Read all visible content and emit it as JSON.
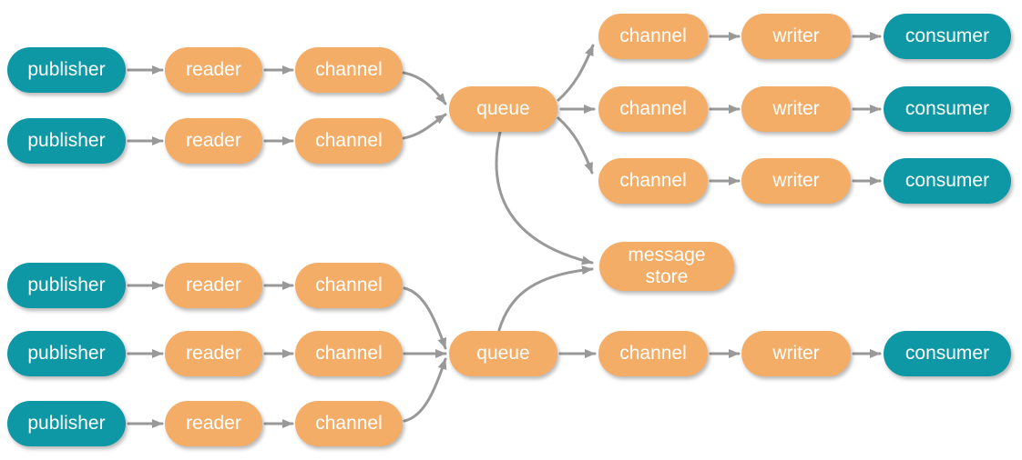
{
  "colors": {
    "endpoint": "#0e98a5",
    "component": "#f4ad66",
    "edge": "#999999",
    "text": "#ffffff",
    "background": "#ffffff"
  },
  "nodes": [
    {
      "id": "publisher-top-1",
      "label": "publisher",
      "kind": "endpoint"
    },
    {
      "id": "publisher-top-2",
      "label": "publisher",
      "kind": "endpoint"
    },
    {
      "id": "reader-top-1",
      "label": "reader",
      "kind": "component"
    },
    {
      "id": "reader-top-2",
      "label": "reader",
      "kind": "component"
    },
    {
      "id": "channel-top-1",
      "label": "channel",
      "kind": "component"
    },
    {
      "id": "channel-top-2",
      "label": "channel",
      "kind": "component"
    },
    {
      "id": "queue-top",
      "label": "queue",
      "kind": "component"
    },
    {
      "id": "channel-out-1",
      "label": "channel",
      "kind": "component"
    },
    {
      "id": "channel-out-2",
      "label": "channel",
      "kind": "component"
    },
    {
      "id": "channel-out-3",
      "label": "channel",
      "kind": "component"
    },
    {
      "id": "writer-1",
      "label": "writer",
      "kind": "component"
    },
    {
      "id": "writer-2",
      "label": "writer",
      "kind": "component"
    },
    {
      "id": "writer-3",
      "label": "writer",
      "kind": "component"
    },
    {
      "id": "consumer-1",
      "label": "consumer",
      "kind": "endpoint"
    },
    {
      "id": "consumer-2",
      "label": "consumer",
      "kind": "endpoint"
    },
    {
      "id": "consumer-3",
      "label": "consumer",
      "kind": "endpoint"
    },
    {
      "id": "message-store",
      "label": "message store",
      "kind": "component"
    },
    {
      "id": "publisher-bottom-1",
      "label": "publisher",
      "kind": "endpoint"
    },
    {
      "id": "publisher-bottom-2",
      "label": "publisher",
      "kind": "endpoint"
    },
    {
      "id": "publisher-bottom-3",
      "label": "publisher",
      "kind": "endpoint"
    },
    {
      "id": "reader-bottom-1",
      "label": "reader",
      "kind": "component"
    },
    {
      "id": "reader-bottom-2",
      "label": "reader",
      "kind": "component"
    },
    {
      "id": "reader-bottom-3",
      "label": "reader",
      "kind": "component"
    },
    {
      "id": "channel-bottom-1",
      "label": "channel",
      "kind": "component"
    },
    {
      "id": "channel-bottom-2",
      "label": "channel",
      "kind": "component"
    },
    {
      "id": "channel-bottom-3",
      "label": "channel",
      "kind": "component"
    },
    {
      "id": "queue-bottom",
      "label": "queue",
      "kind": "component"
    },
    {
      "id": "channel-out-4",
      "label": "channel",
      "kind": "component"
    },
    {
      "id": "writer-4",
      "label": "writer",
      "kind": "component"
    },
    {
      "id": "consumer-4",
      "label": "consumer",
      "kind": "endpoint"
    }
  ],
  "edges": [
    {
      "from": "publisher-top-1",
      "to": "reader-top-1"
    },
    {
      "from": "publisher-top-2",
      "to": "reader-top-2"
    },
    {
      "from": "reader-top-1",
      "to": "channel-top-1"
    },
    {
      "from": "reader-top-2",
      "to": "channel-top-2"
    },
    {
      "from": "channel-top-1",
      "to": "queue-top"
    },
    {
      "from": "channel-top-2",
      "to": "queue-top"
    },
    {
      "from": "queue-top",
      "to": "channel-out-1"
    },
    {
      "from": "queue-top",
      "to": "channel-out-2"
    },
    {
      "from": "queue-top",
      "to": "channel-out-3"
    },
    {
      "from": "channel-out-1",
      "to": "writer-1"
    },
    {
      "from": "channel-out-2",
      "to": "writer-2"
    },
    {
      "from": "channel-out-3",
      "to": "writer-3"
    },
    {
      "from": "writer-1",
      "to": "consumer-1"
    },
    {
      "from": "writer-2",
      "to": "consumer-2"
    },
    {
      "from": "writer-3",
      "to": "consumer-3"
    },
    {
      "from": "queue-top",
      "to": "message-store"
    },
    {
      "from": "queue-bottom",
      "to": "message-store"
    },
    {
      "from": "publisher-bottom-1",
      "to": "reader-bottom-1"
    },
    {
      "from": "publisher-bottom-2",
      "to": "reader-bottom-2"
    },
    {
      "from": "publisher-bottom-3",
      "to": "reader-bottom-3"
    },
    {
      "from": "reader-bottom-1",
      "to": "channel-bottom-1"
    },
    {
      "from": "reader-bottom-2",
      "to": "channel-bottom-2"
    },
    {
      "from": "reader-bottom-3",
      "to": "channel-bottom-3"
    },
    {
      "from": "channel-bottom-1",
      "to": "queue-bottom"
    },
    {
      "from": "channel-bottom-2",
      "to": "queue-bottom"
    },
    {
      "from": "channel-bottom-3",
      "to": "queue-bottom"
    },
    {
      "from": "queue-bottom",
      "to": "channel-out-4"
    },
    {
      "from": "channel-out-4",
      "to": "writer-4"
    },
    {
      "from": "writer-4",
      "to": "consumer-4"
    }
  ]
}
